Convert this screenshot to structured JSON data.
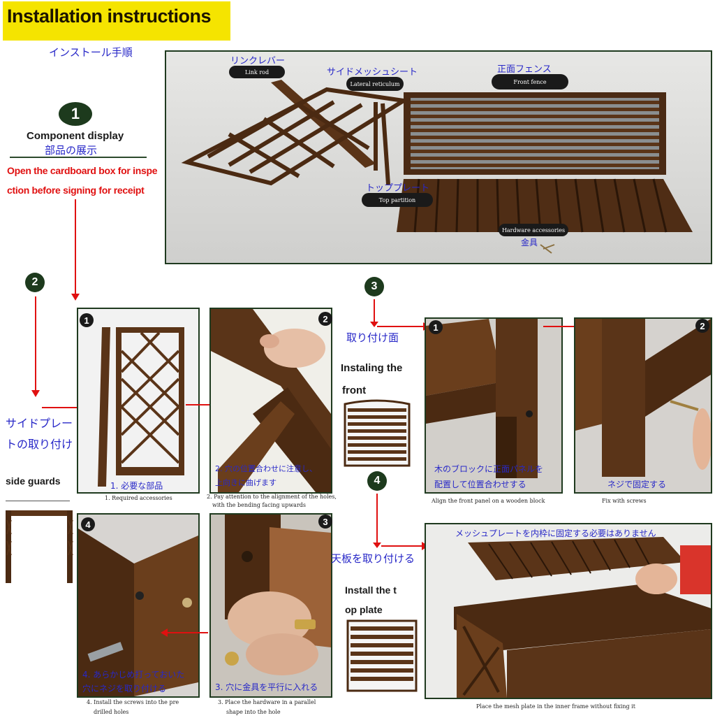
{
  "header": {
    "title": "Installation instructions",
    "subtitle_jp": "インストール手順"
  },
  "step1": {
    "number": "1",
    "label_en": "Component display",
    "label_jp": "部品の展示",
    "note_line1": "Open the cardboard box for inspe",
    "note_line2": "ction before signing for receipt",
    "parts": {
      "link_rod_jp": "リンクレバー",
      "link_rod_en": "Link rod",
      "lateral_jp": "サイドメッシュシート",
      "lateral_en": "Lateral reticulum",
      "front_jp": "正面フェンス",
      "front_en": "Front fence",
      "top_jp": "トッププレート",
      "top_en": "Top partition",
      "hardware_en": "Hardware accessories",
      "hardware_jp": "金具"
    }
  },
  "step2": {
    "number": "2",
    "label_jp_line1": "サイドプレー",
    "label_jp_line2": "トの取り付け",
    "label_en": "side guards",
    "panels": [
      {
        "badge": "1",
        "overlay_jp": "1. 必要な部品",
        "caption": "1. Required accessories"
      },
      {
        "badge": "2",
        "overlay_jp_line1": "2. 穴の位置合わせに注意し、",
        "overlay_jp_line2": "上向きに曲げます",
        "caption_line1": "2. Pay attention to the alignment of the holes,",
        "caption_line2": "with the bending facing upwards"
      },
      {
        "badge": "3",
        "overlay_jp": "3. 穴に金具を平行に入れる",
        "caption_line1": "3. Place the hardware in a parallel",
        "caption_line2": "shape into the hole"
      },
      {
        "badge": "4",
        "overlay_jp_line1": "4. あらかじめ打っておいた",
        "overlay_jp_line2": "穴にネジを取り付ける",
        "caption_line1": "4. Install the screws into the pre",
        "caption_line2": "drilled holes"
      }
    ]
  },
  "step3": {
    "number": "3",
    "label_jp": "取り付け面",
    "label_en_line1": "Instaling the",
    "label_en_line2": "front",
    "panels": [
      {
        "badge": "1",
        "overlay_jp_line1": "木のブロックに正面パネルを",
        "overlay_jp_line2": "配置して位置合わせする",
        "caption": "Align the front panel on a wooden block"
      },
      {
        "badge": "2",
        "overlay_jp": "ネジで固定する",
        "caption": "Fix with screws"
      }
    ]
  },
  "step4": {
    "number": "4",
    "label_jp": "天板を取り付ける",
    "label_en_line1": "Install the t",
    "label_en_line2": "op plate",
    "overlay_jp": "メッシュプレートを内枠に固定する必要はありません",
    "caption": "Place the mesh plate in the inner frame without fixing it"
  },
  "colors": {
    "banner": "#f5e400",
    "accent_red": "#e01010",
    "jp_blue": "#2828c8",
    "frame_green": "#1f3a1f",
    "wood": "#5a3418"
  }
}
